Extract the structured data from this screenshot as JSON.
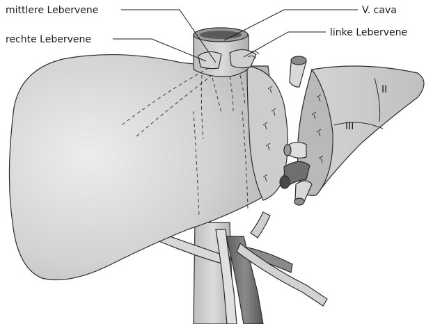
{
  "labels": {
    "middle_hepatic_vein": "mittlere Lebervene",
    "right_hepatic_vein": "rechte Lebervene",
    "vena_cava": "V. cava",
    "left_hepatic_vein": "linke Lebervene"
  },
  "segments": {
    "segment_2": "II",
    "segment_3": "III"
  },
  "colors": {
    "liver_light": "#e4e4e4",
    "liver_mid": "#c9c9c9",
    "liver_dark": "#a7a7a7",
    "vessel_light": "#dcdcdc",
    "vessel_dark": "#6e6e6e",
    "outline": "#2b2b2b"
  }
}
